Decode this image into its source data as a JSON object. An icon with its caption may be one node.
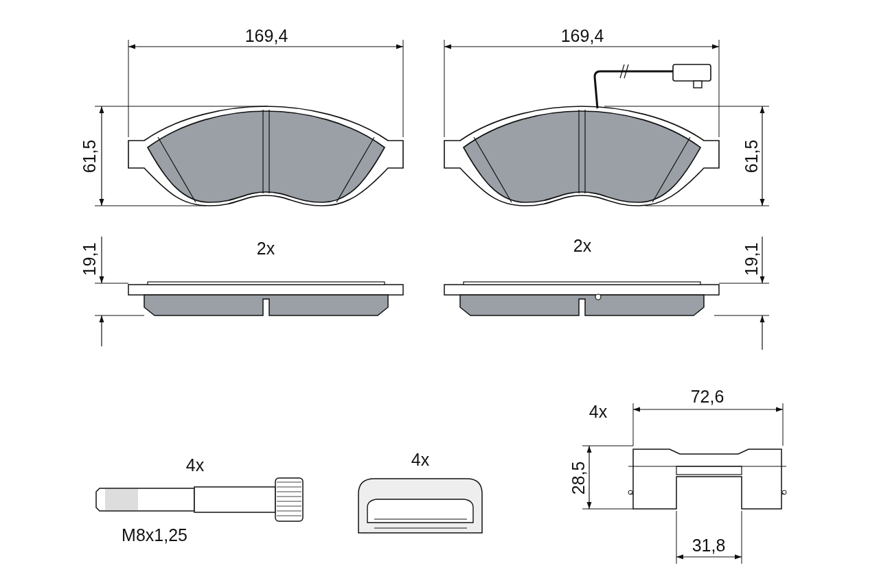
{
  "diagram": {
    "labels": [
      "169,4",
      "169,4",
      "61,5",
      "61,5",
      "19,1",
      "2x",
      "2x",
      "19,1",
      "4x",
      "72,6",
      "4x",
      "4x",
      "28,5",
      "M8x1,25",
      "31,8"
    ]
  }
}
